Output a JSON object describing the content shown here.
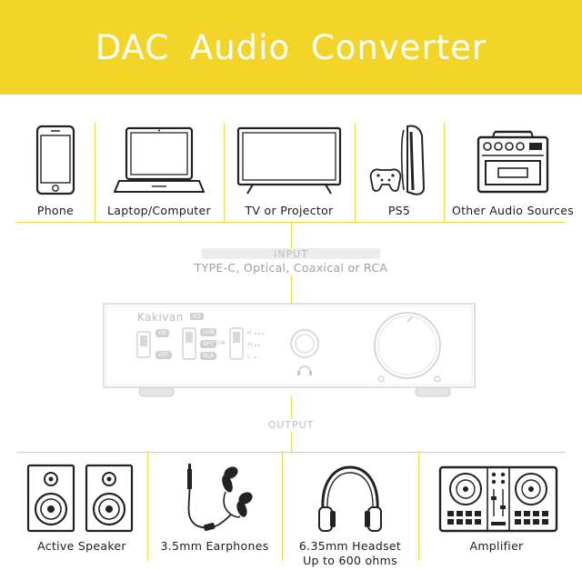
{
  "banner": {
    "title": "DAC Audio Converter",
    "color": "#f3d52a"
  },
  "sources": [
    {
      "label": "Phone",
      "icon": "phone-icon"
    },
    {
      "label": "Laptop/Computer",
      "icon": "laptop-icon"
    },
    {
      "label": "TV or Projector",
      "icon": "tv-icon"
    },
    {
      "label": "PS5",
      "icon": "ps5-icon"
    },
    {
      "label": "Other Audio Sources",
      "icon": "radio-icon"
    }
  ],
  "input": {
    "heading": "INPUT",
    "types": "TYPE-C, Optical, Coaxical or RCA"
  },
  "device": {
    "brand": "Kakivan",
    "model": "K5",
    "power_on": "ON",
    "power_off": "OFF",
    "in_usb": "USB",
    "in_opt": "OPT",
    "in_coa": "COA",
    "in_rca": "RCA",
    "gain_h": "H",
    "gain_m": "M",
    "gain_l": "L"
  },
  "output": {
    "heading": "OUTPUT"
  },
  "outputs": [
    {
      "label": "Active Speaker",
      "icon": "speaker-icon"
    },
    {
      "label": "3.5mm Earphones",
      "icon": "earphones-icon"
    },
    {
      "label_line1": "6.35mm Headset",
      "label_line2": "Up to 600 ohms",
      "icon": "headset-icon"
    },
    {
      "label": "Amplifier",
      "icon": "amplifier-icon"
    }
  ],
  "accent_line_color": "#f0d640"
}
